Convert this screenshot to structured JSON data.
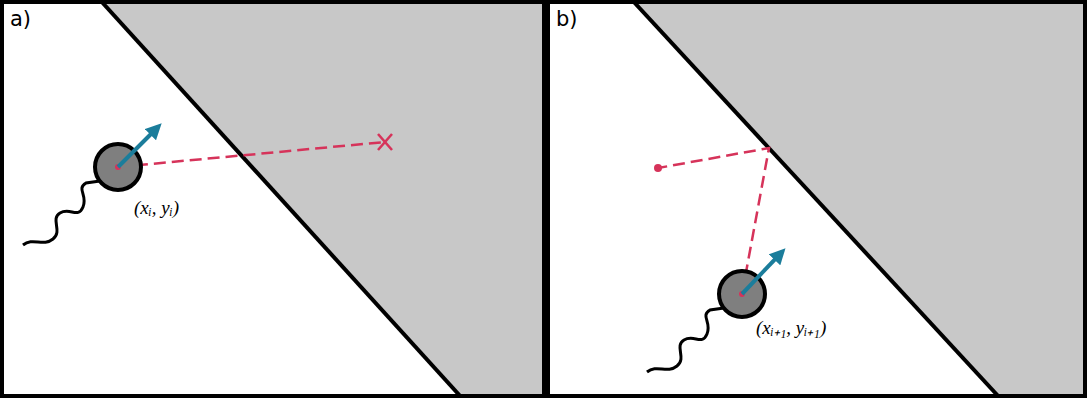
{
  "diagram": {
    "nodes": [
      {
        "text": [
          "a)"
        ]
      },
      {
        "text": [
          "b)"
        ]
      }
    ],
    "labels": [
      "(xᵢ, yᵢ)",
      "(xᵢ₊₁, yᵢ₊₁)"
    ]
  }
}
